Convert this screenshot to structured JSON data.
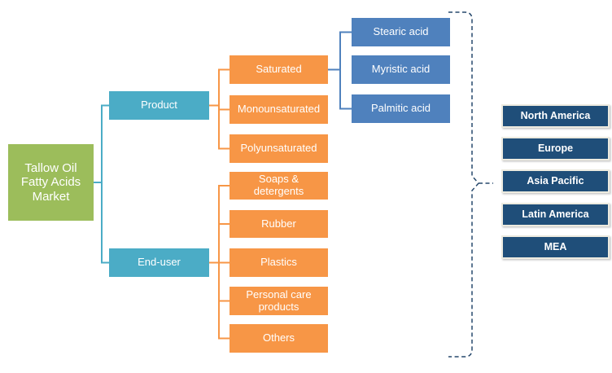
{
  "tree": {
    "root": {
      "label": "Tallow Oil Fatty Acids Market"
    },
    "segments": [
      {
        "label": "Product",
        "children": [
          {
            "label": "Saturated",
            "children": [
              {
                "label": "Stearic acid"
              },
              {
                "label": "Myristic acid"
              },
              {
                "label": "Palmitic acid"
              }
            ]
          },
          {
            "label": "Monounsaturated"
          },
          {
            "label": "Polyunsaturated"
          }
        ]
      },
      {
        "label": "End-user",
        "children": [
          {
            "label": "Soaps & detergents"
          },
          {
            "label": "Rubber"
          },
          {
            "label": "Plastics"
          },
          {
            "label": "Personal care products"
          },
          {
            "label": "Others"
          }
        ]
      }
    ],
    "regions": [
      "North America",
      "Europe",
      "Asia Pacific",
      "Latin America",
      "MEA"
    ]
  },
  "colors": {
    "root_box": "#9CBD5B",
    "segment_box": "#4BACC6",
    "category_box": "#F79646",
    "subcategory_box": "#4F81BD",
    "region_box": "#1F4E79",
    "region_border": "#EDEBE0",
    "dashed_brace": "#27496D",
    "text": "#FFFFFF"
  }
}
